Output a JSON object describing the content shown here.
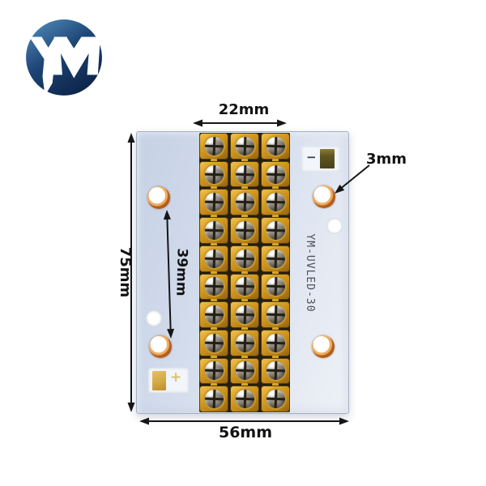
{
  "logo": {
    "text": "YM",
    "circle_gradient_top": "#4d88b8",
    "circle_gradient_bottom": "#0b2144"
  },
  "annotations": {
    "led_array_width": {
      "label": "22mm"
    },
    "board_height": {
      "label": "75mm"
    },
    "hole_pitch": {
      "label": "39mm"
    },
    "board_width": {
      "label": "56mm"
    },
    "hole_diameter": {
      "label": "3mm"
    }
  },
  "board": {
    "silkscreen_label": "YM-UVLED-30",
    "polarity": {
      "negative": "−",
      "positive": "+"
    },
    "led_grid": {
      "rows": 10,
      "cols": 3
    },
    "colors": {
      "pcb": "#d6dfee",
      "led_package_gold": "#c88d1c",
      "copper_ring": "#b25e1e",
      "silkscreen_text": "#4e4e58"
    }
  }
}
